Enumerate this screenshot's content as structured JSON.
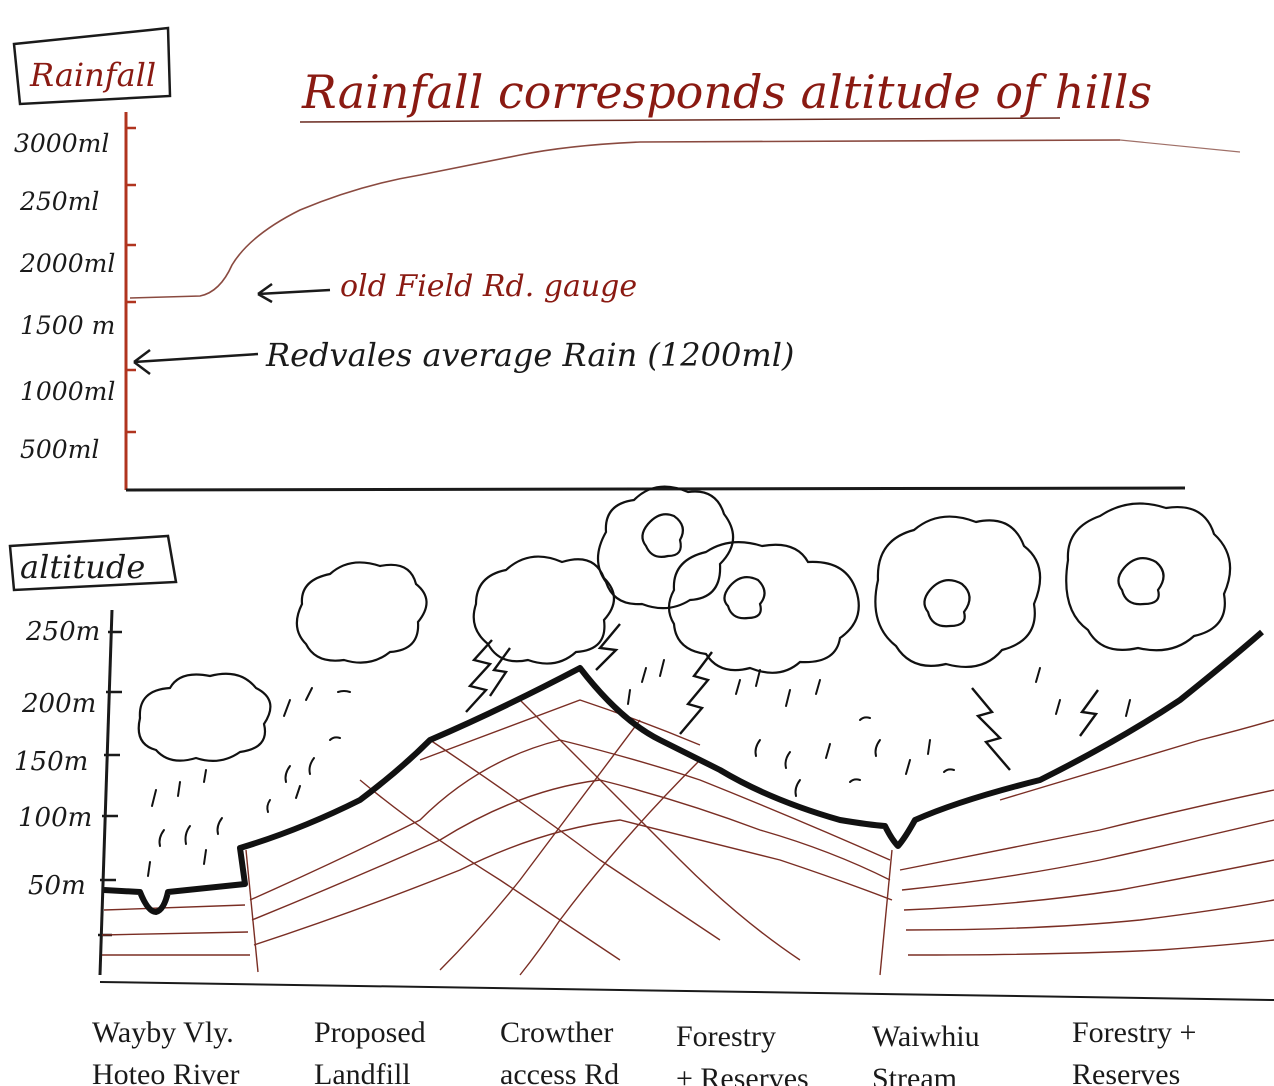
{
  "rainfall_panel": {
    "box_label": "Rainfall",
    "title": "Rainfall corresponds altitude of hills",
    "ticks": [
      "3000ml",
      "250ml",
      "2000ml",
      "1500 m",
      "1000ml",
      "500ml"
    ],
    "annotation_gauge": "old Field Rd. gauge",
    "annotation_average": "Redvales average Rain (1200ml)"
  },
  "altitude_panel": {
    "box_label": "altitude",
    "ticks": [
      "250m",
      "200m",
      "150m",
      "100m",
      "50m"
    ]
  },
  "locations": [
    {
      "line1": "Wayby Vly.",
      "line2": "Hoteo River"
    },
    {
      "line1": "Proposed",
      "line2": "Landfill"
    },
    {
      "line1": "Crowther",
      "line2": "access Rd"
    },
    {
      "line1": "Forestry",
      "line2": "+ Reserves"
    },
    {
      "line1": "Waiwhiu",
      "line2": "Stream"
    },
    {
      "line1": "Forestry +",
      "line2": "Reserves"
    }
  ],
  "colors": {
    "ink": "#111111",
    "red_ink": "#8a1a12",
    "axis_red": "#b0341f"
  }
}
